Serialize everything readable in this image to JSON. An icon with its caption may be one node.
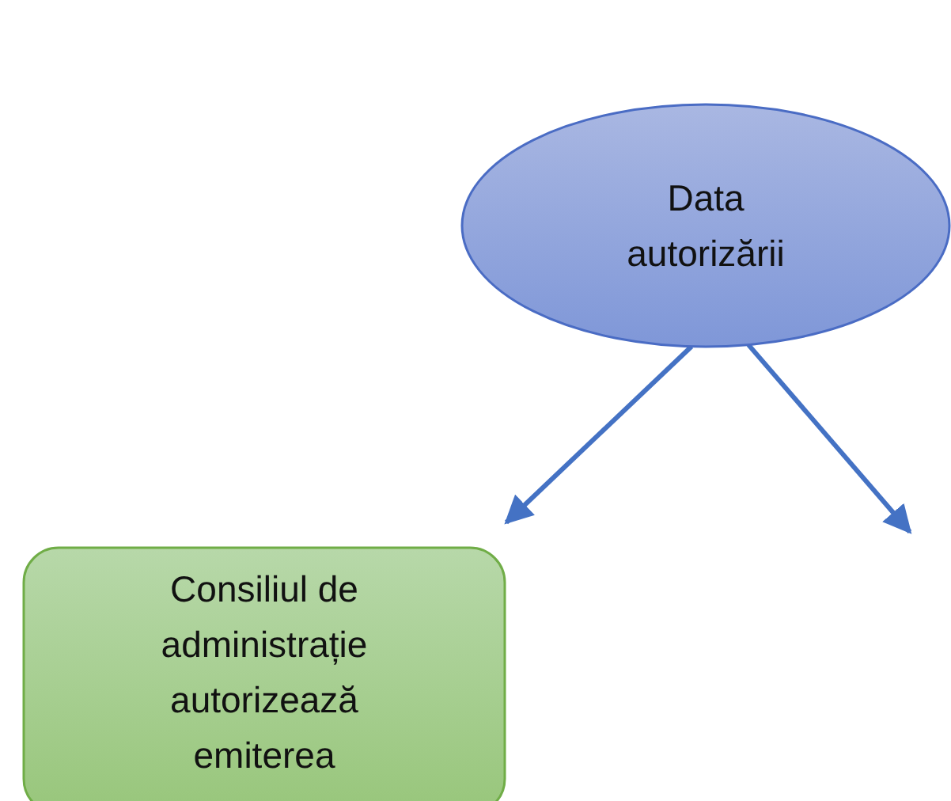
{
  "diagram": {
    "nodes": [
      {
        "text": [
          "Data autorizării"
        ]
      },
      {
        "text": [
          "Consiliul de administrație autorizează emiterea"
        ]
      }
    ],
    "edges": [
      {
        "from": 0,
        "to": 1,
        "arrow": "to"
      },
      {
        "from": 0,
        "to": null,
        "arrow": "to"
      }
    ]
  }
}
